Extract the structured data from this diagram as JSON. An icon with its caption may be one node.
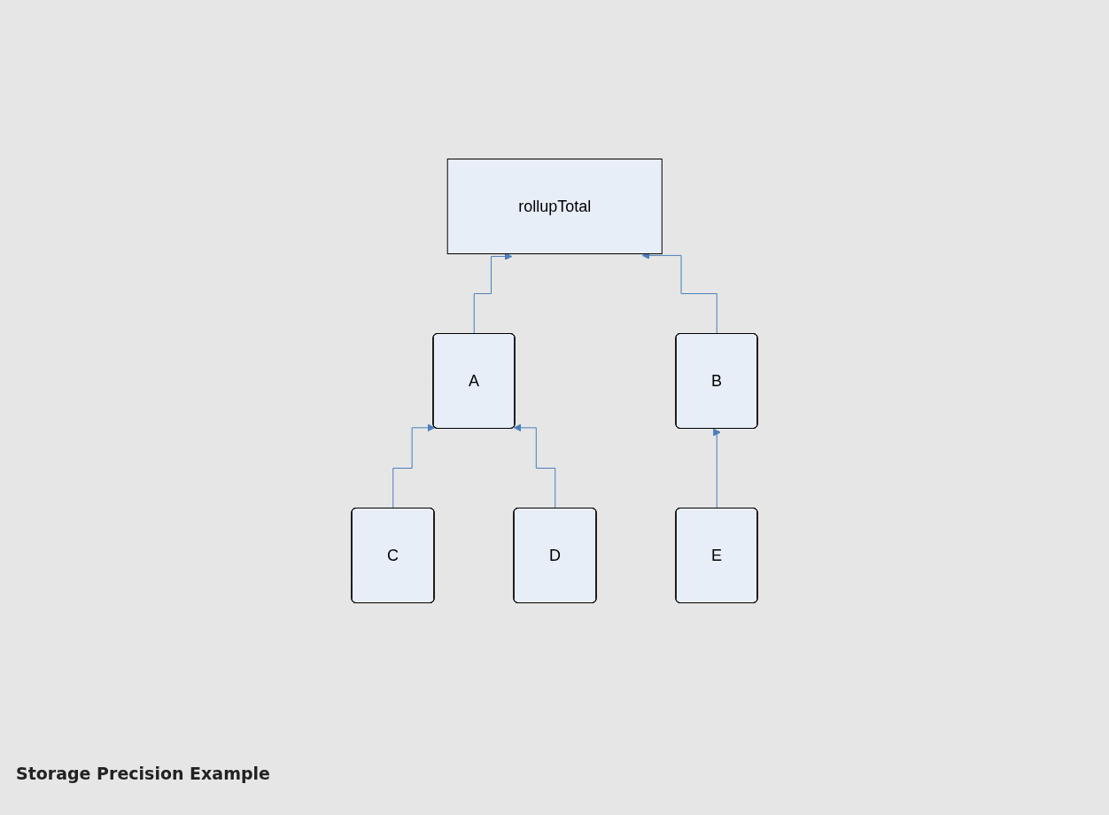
{
  "diagram": {
    "caption": "Storage Precision Example",
    "nodes": [
      {
        "text": [
          "rollupTotal"
        ]
      },
      {
        "text": [
          "A"
        ]
      },
      {
        "text": [
          "B"
        ]
      },
      {
        "text": [
          "C"
        ]
      },
      {
        "text": [
          "D"
        ]
      },
      {
        "text": [
          "E"
        ]
      }
    ],
    "edges": [
      {
        "from": 1,
        "to": 0,
        "arrow": "to"
      },
      {
        "from": 2,
        "to": 0,
        "arrow": "to"
      },
      {
        "from": 3,
        "to": 1,
        "arrow": "to"
      },
      {
        "from": 4,
        "to": 1,
        "arrow": "to"
      },
      {
        "from": 5,
        "to": 2,
        "arrow": "to"
      }
    ]
  }
}
